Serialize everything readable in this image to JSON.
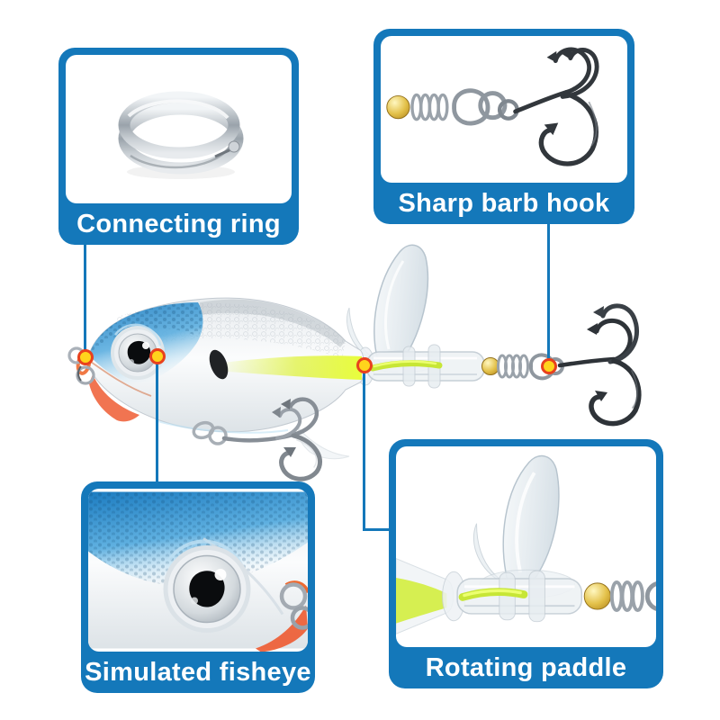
{
  "callouts": {
    "connecting_ring": {
      "label": "Connecting ring"
    },
    "sharp_barb_hook": {
      "label": "Sharp barb hook"
    },
    "simulated_fisheye": {
      "label": "Simulated fisheye"
    },
    "rotating_paddle": {
      "label": "Rotating paddle"
    }
  },
  "colors": {
    "accent_blue": "#1478ba",
    "marker_yellow": "#ffd41c",
    "marker_ring_red": "#e8411d",
    "lure_head_blue": "#1c7cc1",
    "lure_stripe_chartreuse": "#e4fa3e",
    "lure_chin_orange": "#ee5d34",
    "gold_bead": "#e3c14a"
  }
}
